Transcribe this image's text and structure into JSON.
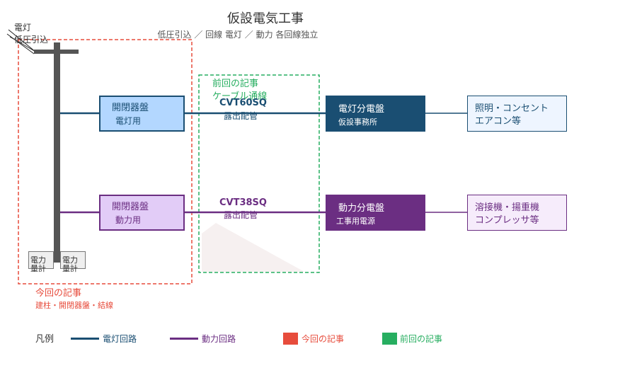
{
  "title": "仮設電気工事",
  "subtitle": "低圧引込 ／ 回線 電灯 ／ 動力 各回線独立",
  "colors": {
    "lighting": "#1a4e72",
    "power": "#6b2e82",
    "current_article": "#e74c3c",
    "previous_article": "#27ae60"
  },
  "service_entry": {
    "line1": "電灯",
    "line2": "低圧引込"
  },
  "meters": [
    {
      "line1": "電力",
      "line2": "量計"
    },
    {
      "line1": "電力",
      "line2": "量計"
    }
  ],
  "switchgear": {
    "lighting": {
      "title": "開閉器盤",
      "sub": "電灯用"
    },
    "power": {
      "title": "開閉器盤",
      "sub": "動力用"
    }
  },
  "cables": {
    "lighting": {
      "spec": "CVT60SQ",
      "method": "露出配管"
    },
    "power": {
      "spec": "CVT38SQ",
      "method": "露出配管"
    }
  },
  "previous_article_label": {
    "line1": "前回の記事",
    "line2": "ケーブル通線"
  },
  "current_article_label": {
    "line1": "今回の記事",
    "line2": "建柱・開閉器盤・結線"
  },
  "panels": {
    "lighting": {
      "title": "電灯分電盤",
      "sub": "仮設事務所"
    },
    "power": {
      "title": "動力分電盤",
      "sub": "工事用電源"
    }
  },
  "loads": {
    "lighting": {
      "line1": "照明・コンセント",
      "line2": "エアコン等"
    },
    "power": {
      "line1": "溶接機・揚重機",
      "line2": "コンプレッサ等"
    }
  },
  "legend": {
    "title": "凡例",
    "items": [
      {
        "label": "電灯回路",
        "kind": "line",
        "color": "#1a4e72"
      },
      {
        "label": "動力回路",
        "kind": "line",
        "color": "#6b2e82"
      },
      {
        "label": "今回の記事",
        "kind": "square",
        "color": "#e74c3c"
      },
      {
        "label": "前回の記事",
        "kind": "square",
        "color": "#27ae60"
      }
    ]
  }
}
